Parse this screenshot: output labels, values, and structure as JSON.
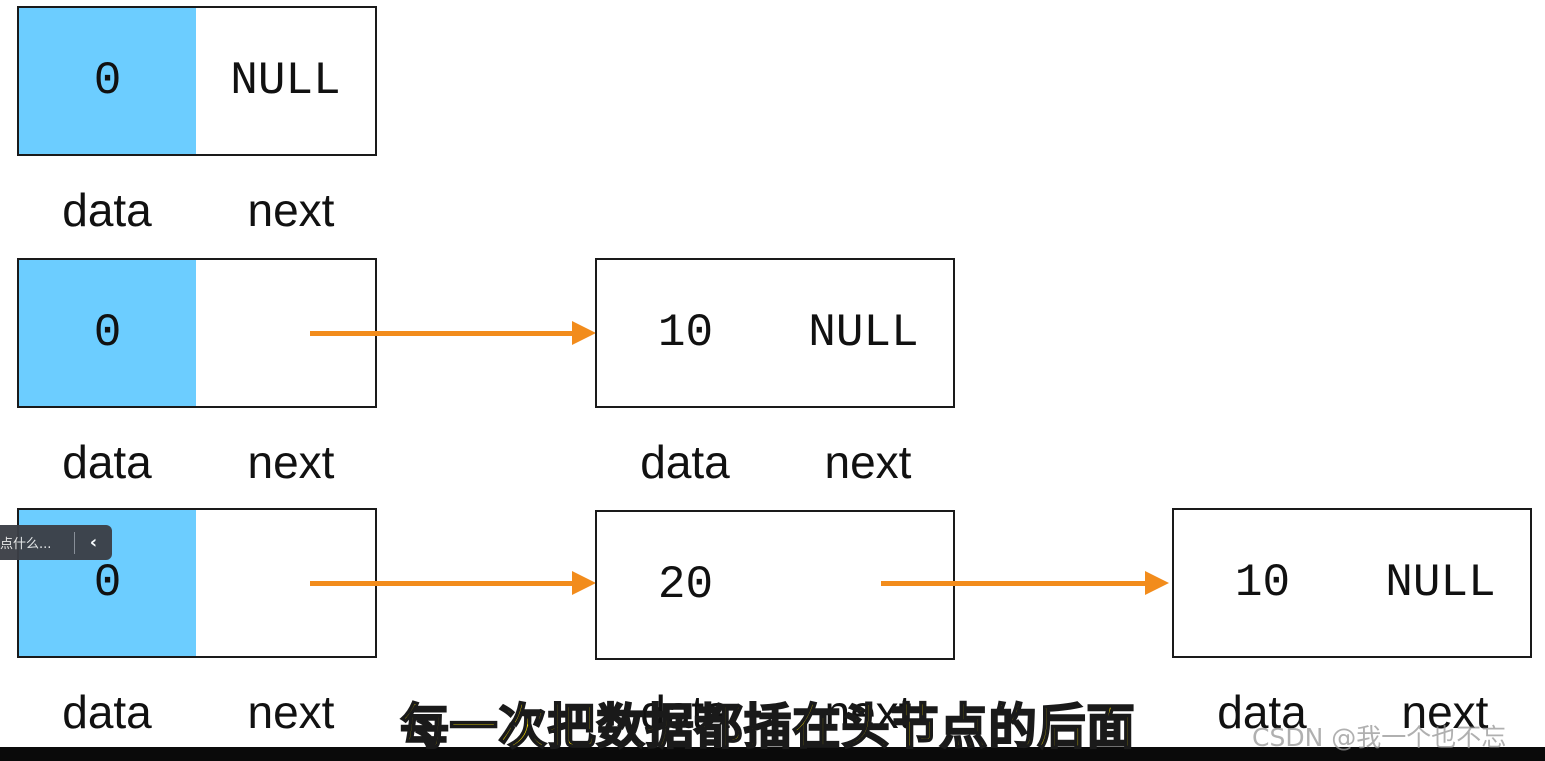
{
  "rows": [
    {
      "nodes": [
        {
          "data": "0",
          "next": "NULL",
          "head": true
        }
      ]
    },
    {
      "nodes": [
        {
          "data": "0",
          "next": "",
          "head": true
        },
        {
          "data": "10",
          "next": "NULL",
          "head": false
        }
      ]
    },
    {
      "nodes": [
        {
          "data": "0",
          "next": "",
          "head": true
        },
        {
          "data": "20",
          "next": "",
          "head": false
        },
        {
          "data": "10",
          "next": "NULL",
          "head": false
        }
      ]
    }
  ],
  "labels": {
    "data": "data",
    "next": "next"
  },
  "subtitle": "每一次把数据都插在头节点的后面",
  "watermark": "CSDN @我一个也不忘",
  "float_tab": {
    "text": "点什么...",
    "collapse_icon": "chevron-left-icon"
  },
  "colors": {
    "head_fill": "#6ccdff",
    "arrow": "#f28c1c",
    "subtitle": "#ffe400"
  }
}
